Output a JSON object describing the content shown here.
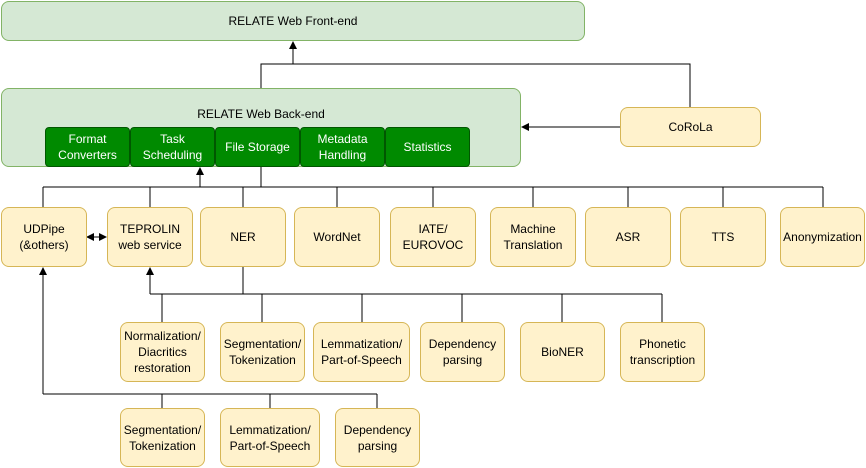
{
  "frontend": {
    "label": "RELATE Web Front-end"
  },
  "backend": {
    "label": "RELATE Web Back-end",
    "modules": [
      "Format\nConverters",
      "Task\nScheduling",
      "File Storage",
      "Metadata\nHandling",
      "Statistics"
    ]
  },
  "corola": {
    "label": "CoRoLa"
  },
  "services": [
    "UDPipe\n(&others)",
    "TEPROLIN\nweb service",
    "NER",
    "WordNet",
    "IATE/\nEUROVOC",
    "Machine\nTranslation",
    "ASR",
    "TTS",
    "Anonymization"
  ],
  "teprolin_tasks": [
    "Normalization/\nDiacritics\nrestoration",
    "Segmentation/\nTokenization",
    "Lemmatization/\nPart-of-Speech",
    "Dependency\nparsing",
    "BioNER",
    "Phonetic\ntranscription"
  ],
  "udpipe_tasks": [
    "Segmentation/\nTokenization",
    "Lemmatization/\nPart-of-Speech",
    "Dependency\nparsing"
  ]
}
